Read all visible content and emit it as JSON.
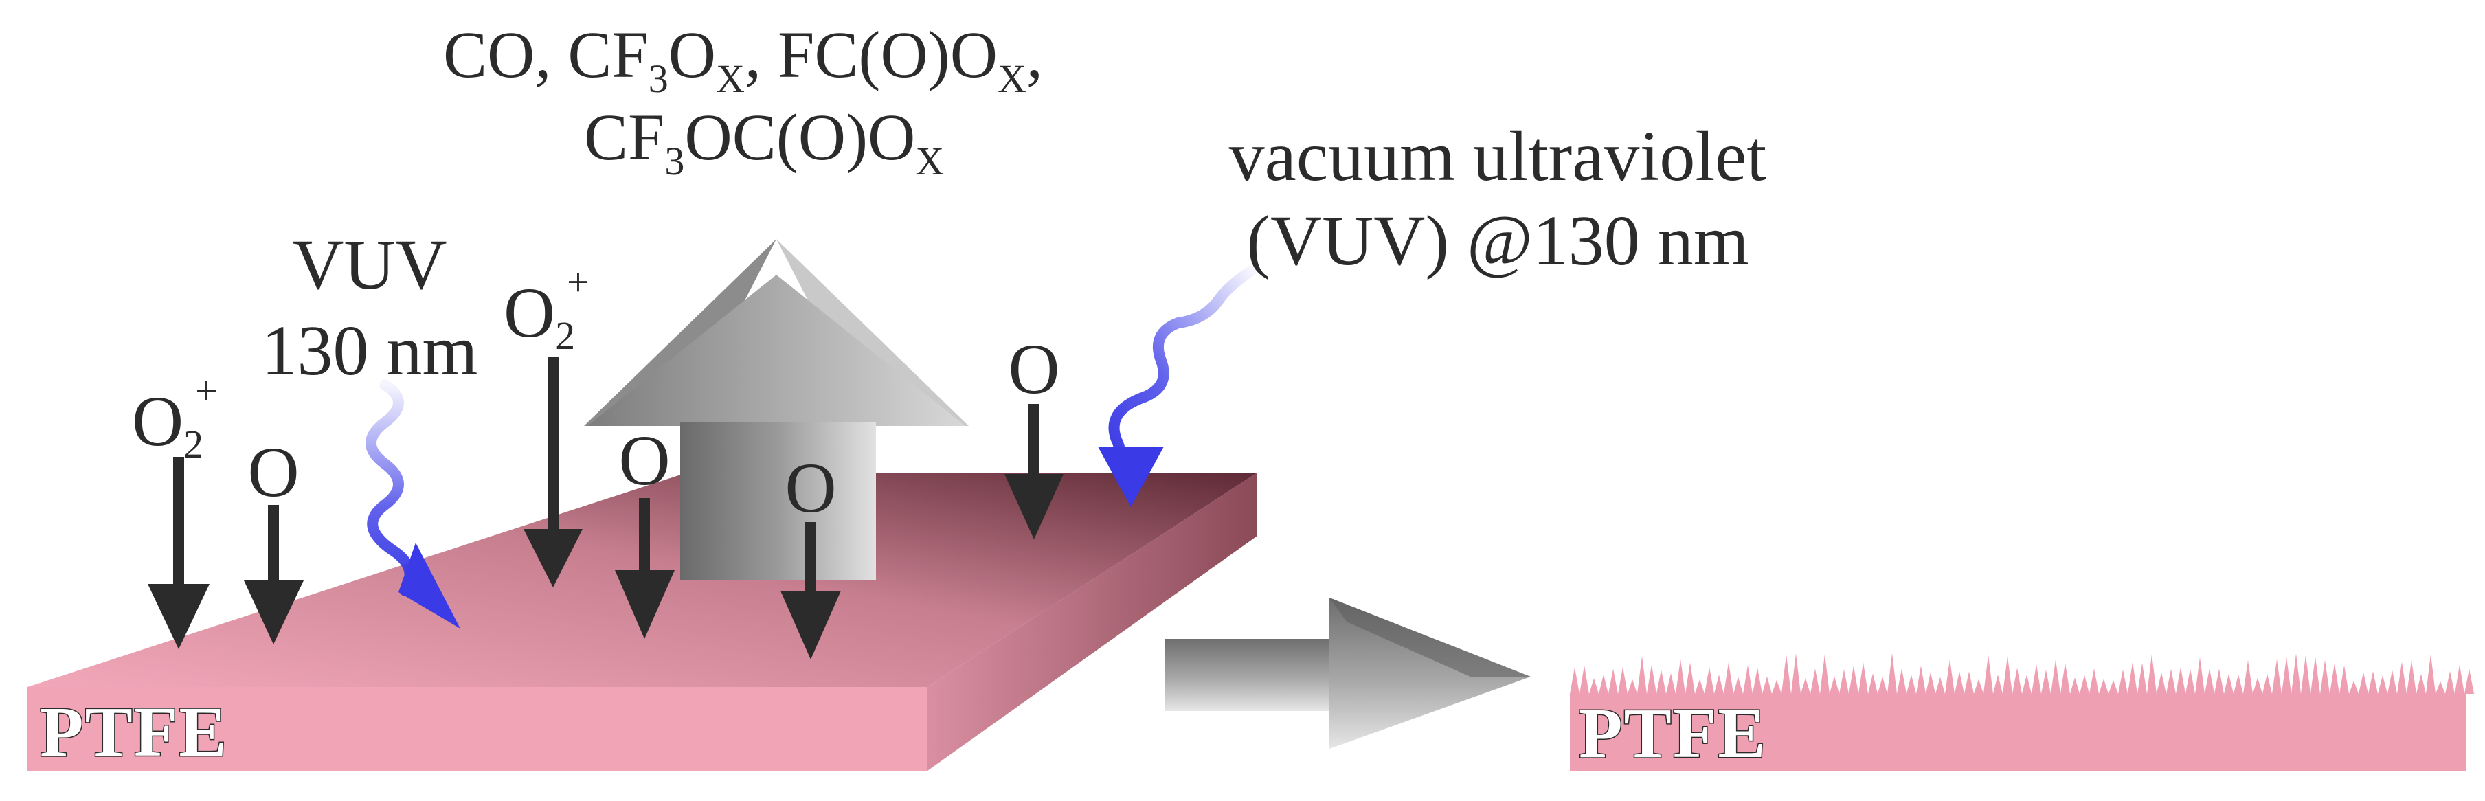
{
  "products": {
    "line1": {
      "co": "CO, CF",
      "sub3a": "3",
      "o1": "O",
      "x1": "X",
      "fc": ", FC(O)O",
      "x2": "X",
      "comma": ","
    },
    "line2": {
      "cf": "CF",
      "sub3": "3",
      "oc": "OC(O)O",
      "x": "X"
    }
  },
  "vuv_label": {
    "line1": "VUV",
    "line2": "130 nm"
  },
  "vacuum_label": {
    "line1": "vacuum ultraviolet",
    "line2": "(VUV) @130 nm"
  },
  "species": {
    "o2plus_left": {
      "base": "O",
      "sub": "2",
      "sup": "+"
    },
    "o2plus_mid": {
      "base": "O",
      "sub": "2",
      "sup": "+"
    },
    "o_a": "O",
    "o_b": "O",
    "o_c": "O",
    "o_d": "O"
  },
  "ptfe_before": "PTFE",
  "ptfe_after": "PTFE",
  "colors": {
    "ptfe_front": "#f0a4b6",
    "ptfe_top_dark": "#6b3440",
    "ptfe_rough": "#ef9fb2",
    "vuv_wave": "#3a3ae6",
    "species_arrow": "#2b2b2b",
    "gray_arrow": "#8a8a8a"
  },
  "icons": {
    "product_arrow": "up-arrow-icon",
    "process_arrow": "right-arrow-icon",
    "vuv_wave": "wavy-arrow-icon"
  }
}
